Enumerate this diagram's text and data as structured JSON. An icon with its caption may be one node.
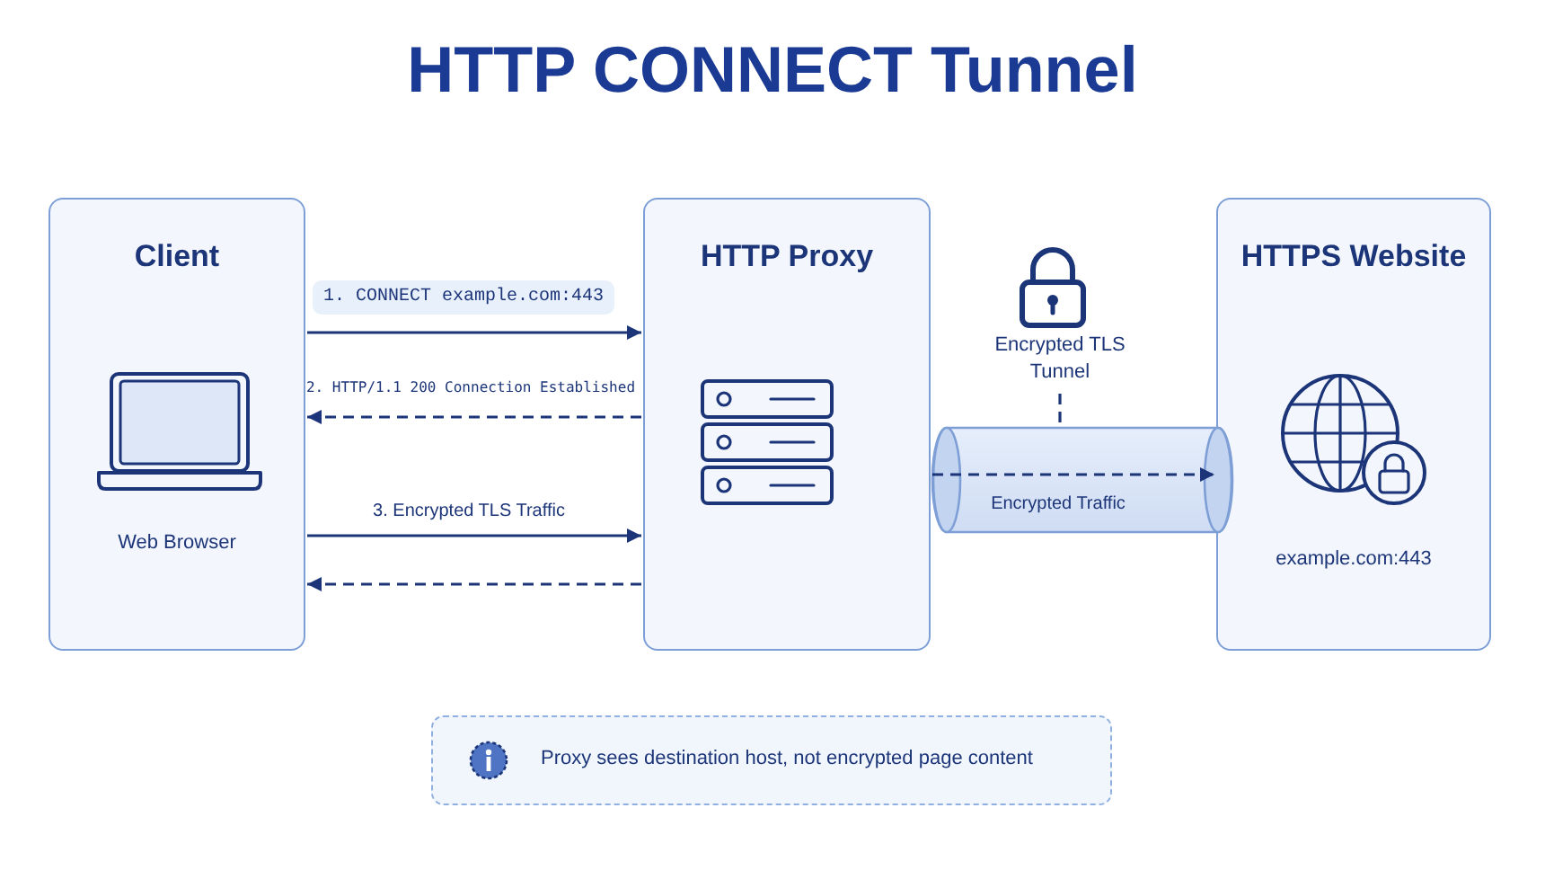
{
  "diagram": {
    "title": "HTTP CONNECT Tunnel",
    "nodes": [
      {
        "text": [
          "Client",
          "Web Browser"
        ]
      },
      {
        "text": [
          "HTTP Proxy"
        ]
      },
      {
        "text": [
          "HTTPS Website",
          "example.com:443"
        ]
      },
      {
        "text": [
          "Encrypted TLS Tunnel"
        ]
      },
      {
        "text": [
          "Proxy sees destination host, not encrypted page content"
        ]
      }
    ],
    "edges": [
      {
        "from": 0,
        "to": 1,
        "arrow": "to",
        "label": "1. CONNECT example.com:443"
      },
      {
        "from": 1,
        "to": 0,
        "arrow": "to",
        "style": "dashed",
        "label": "2. HTTP/1.1 200 Connection Established"
      },
      {
        "from": 0,
        "to": 1,
        "arrow": "to",
        "label": "3. Encrypted TLS Traffic"
      },
      {
        "from": 1,
        "to": 0,
        "arrow": "to",
        "style": "dashed"
      },
      {
        "from": 1,
        "to": 2,
        "arrow": "to",
        "style": "dashed",
        "label": "Encrypted Traffic"
      },
      {
        "from": 3,
        "to": null,
        "arrow": "none",
        "style": "dashed"
      }
    ]
  }
}
